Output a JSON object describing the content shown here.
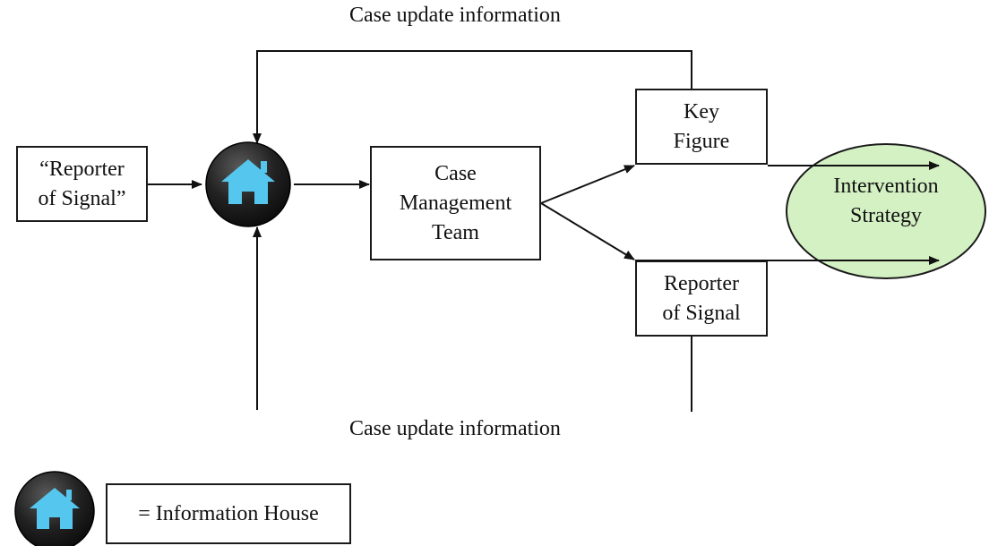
{
  "colors": {
    "strategy_fill": "#d4f1c4",
    "house_icon": "#55c7ef",
    "icon_badge": "#1c1c1c",
    "line": "#111111"
  },
  "captions": {
    "top": "Case update information",
    "bottom": "Case update information"
  },
  "nodes": {
    "reporter_quote": "“Reporter\nof Signal”",
    "case_management": "Case\nManagement\nTeam",
    "key_figure": "Key\nFigure",
    "reporter_signal": "Reporter\nof Signal",
    "intervention": "Intervention\nStrategy"
  },
  "icons": {
    "hub": "information-house-icon",
    "legend": "information-house-icon"
  },
  "legend": {
    "label": "= Information House"
  }
}
